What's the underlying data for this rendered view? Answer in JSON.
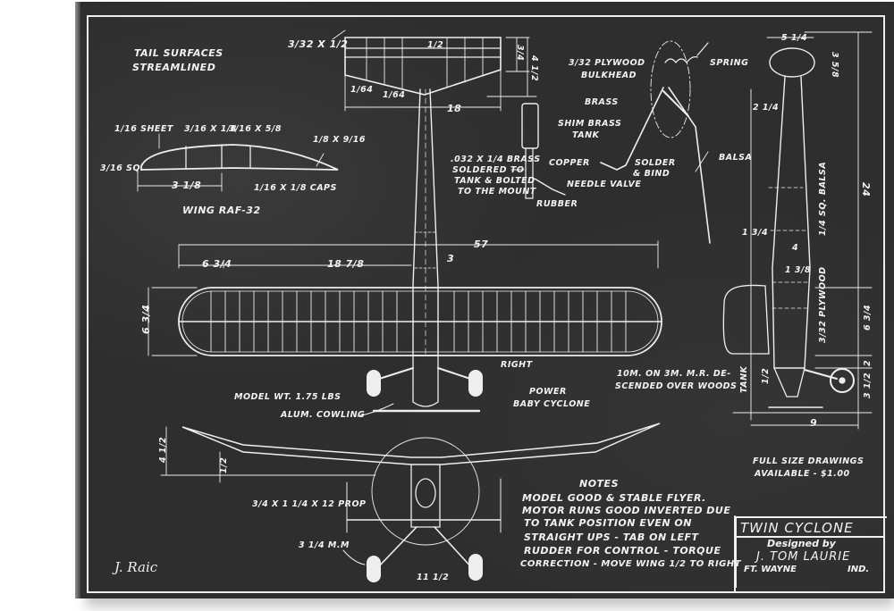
{
  "drawing": {
    "title": "TWIN CYCLONE",
    "designed_by_label": "Designed by",
    "designer": "J. TOM LAURIE",
    "city": "FT. WAYNE",
    "state": "IND.",
    "signature": "J. Raic",
    "offer": [
      "FULL SIZE DRAWINGS",
      "AVAILABLE - $1.00"
    ]
  },
  "tail_section": {
    "caption": [
      "TAIL SURFACES",
      "STREAMLINED"
    ],
    "dims": {
      "spar": "3/32 x 1/2",
      "center": "1/2",
      "left_a": "1/64",
      "left_b": "1/64",
      "span": "18",
      "chord_a": "3/4",
      "chord_b": "4 1/2"
    }
  },
  "wing_section": {
    "caption": "WING RAF-32",
    "labels": {
      "leading_sheet": "1/16 SHEET",
      "spar_a": "3/16 x 1/8",
      "spar_b": "3/16 x 5/8",
      "trailing": "1/8 x 9/16",
      "leading_sq": "3/16 SQ.",
      "caps": "1/16 x 1/8 CAPS",
      "chord_dim": "3 1/8"
    }
  },
  "tank_detail": {
    "labels": {
      "bulkhead": [
        "3/32 PLYWOOD",
        "BULKHEAD"
      ],
      "brass": "BRASS",
      "shim": [
        "SHIM BRASS",
        "TANK"
      ],
      "tube": [
        ".032 x 1/4 BRASS",
        "SOLDERED TO",
        "TANK & BOLTED",
        "TO THE MOUNT"
      ],
      "copper": "COPPER",
      "needle": "NEEDLE VALVE",
      "rubber": "RUBBER"
    }
  },
  "landing_gear_detail": {
    "labels": {
      "spring": "SPRING",
      "solder": [
        "SOLDER",
        "& BIND"
      ],
      "balsa": "BALSA"
    }
  },
  "side_view": {
    "dims": {
      "nose_width": "5 1/4",
      "nose_height": "3 5/8",
      "upper_width": "2 1/4",
      "length": "24",
      "balsa_strip": "1/4 SQ. BALSA",
      "rear_width": "1 3/4",
      "mid_width": "4",
      "ply_mark": "1 3/8",
      "plywood": "3/32 PLYWOOD",
      "tank": "TANK",
      "tank_dim": "1/2",
      "wing_chord": "6 3/4",
      "gear_a": "2",
      "gear_b": "3 1/2",
      "base": "9"
    }
  },
  "plan_view": {
    "dims": {
      "span": "57",
      "tip": "6 3/4",
      "panel": "18 7/8",
      "fuselage": "3",
      "chord": "6 3/4"
    },
    "labels": {
      "right": "RIGHT",
      "weight": "MODEL WT. 1.75 lbs",
      "cowling": "ALUM. COWLING",
      "engine": [
        "POWER",
        "BABY CYCLONE"
      ],
      "flight": [
        "10m. on 3m. M.R. DE-",
        "SCENDED OVER WOODS"
      ]
    }
  },
  "front_view": {
    "dims": {
      "dihedral": "4 1/2",
      "tip_rise": "1/2",
      "gear_track": "11 1/2"
    },
    "labels": {
      "prop": "3/4 x 1 1/4 x 12 PROP",
      "wheels": "3 1/4 M.M"
    }
  },
  "notes": {
    "heading": "NOTES",
    "lines": [
      "MODEL GOOD & STABLE FLYER.",
      "MOTOR RUNS GOOD INVERTED DUE",
      "TO TANK POSITION EVEN ON",
      "STRAIGHT UPS - TAB ON LEFT",
      "RUDDER FOR CONTROL - TORQUE",
      "CORRECTION - MOVE WING 1/2 TO RIGHT"
    ]
  },
  "colors": {
    "board": "#2e2e2e",
    "chalk": "#f2f2f2"
  }
}
